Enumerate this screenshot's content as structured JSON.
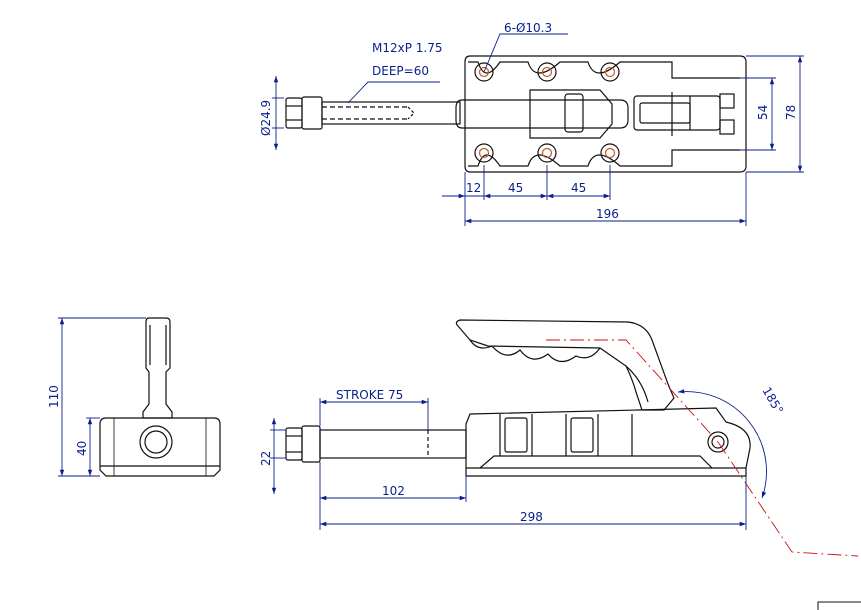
{
  "colors": {
    "outline": "#111111",
    "dimension": "#0b1f8c",
    "centerline": "#cc1111",
    "hole": "#c25a2a",
    "background": "#ffffff"
  },
  "top_view": {
    "hole_callout": "6-Ø10.3",
    "thread_callout": "M12xP 1.75",
    "depth_callout": "DEEP=60",
    "rod_diameter": "Ø24.9",
    "dim_12": "12",
    "dim_45_a": "45",
    "dim_45_b": "45",
    "dim_196": "196",
    "dim_54": "54",
    "dim_78": "78"
  },
  "end_view": {
    "dim_110": "110",
    "dim_40": "40"
  },
  "side_view": {
    "stroke": "STROKE 75",
    "dim_22": "22",
    "dim_102": "102",
    "dim_298": "298",
    "angle": "185°"
  }
}
